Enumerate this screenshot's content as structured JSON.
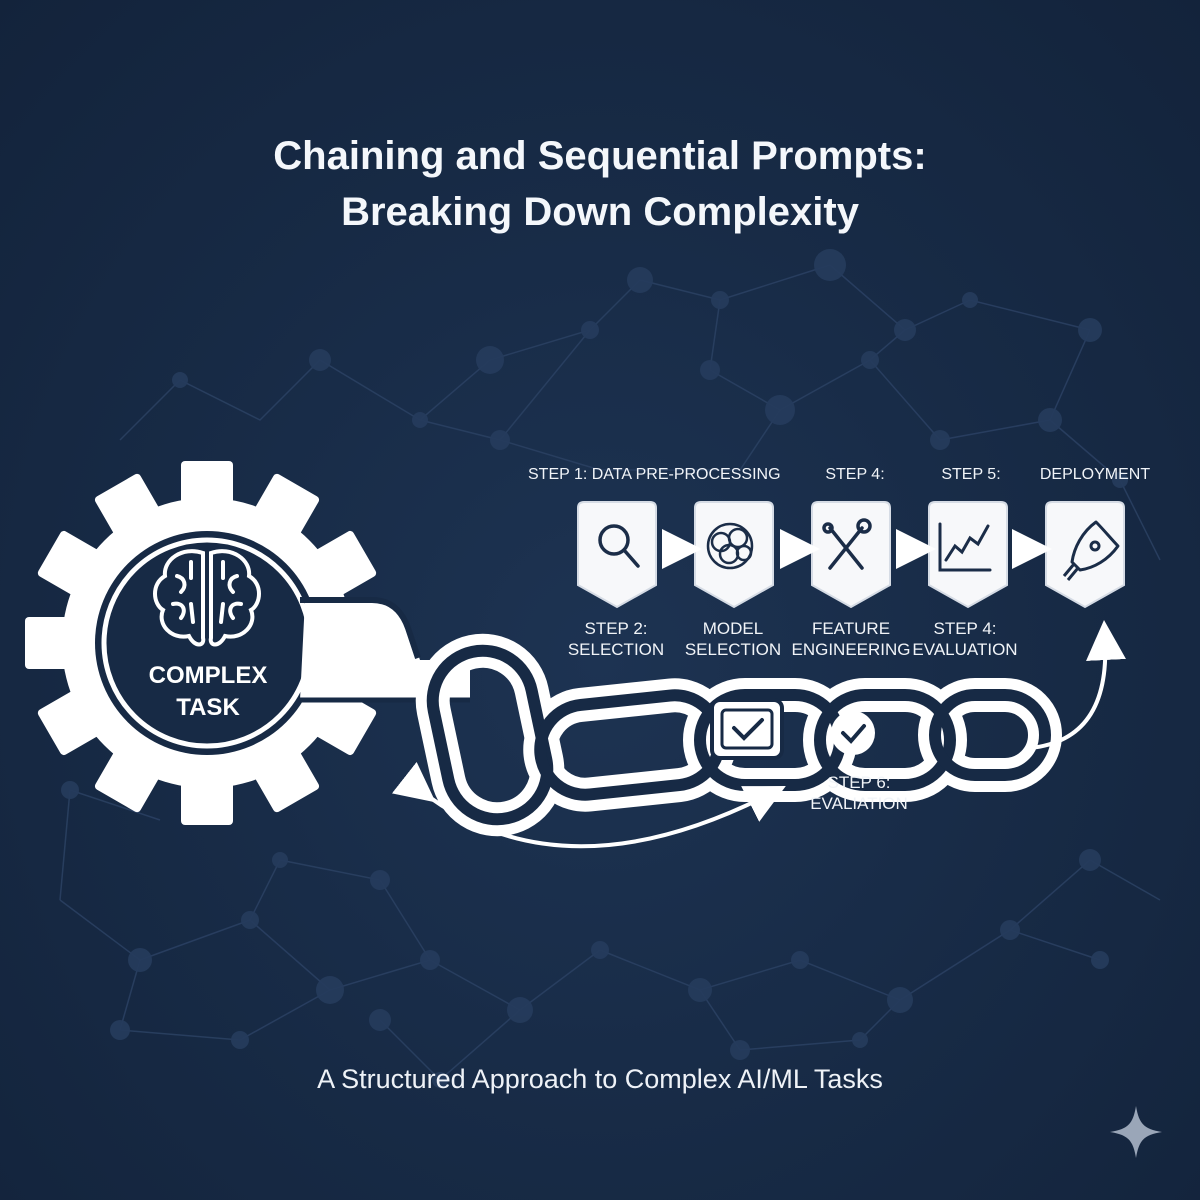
{
  "title": {
    "line1": "Chaining and Sequential Prompts:",
    "line2": "Breaking Down Complexity"
  },
  "subtitle": "A Structured Approach to Complex AI/ML Tasks",
  "center": {
    "line1": "COMPLEX",
    "line2": "TASK",
    "icon": "brain-icon"
  },
  "top_labels": [
    "STEP 1: DATA PRE-PROCESSING",
    "STEP 4:",
    "STEP 5:",
    "DEPLOYMENT"
  ],
  "steps": [
    {
      "icon": "magnifier-icon",
      "line1": "STEP 2:",
      "line2": "SELECTION"
    },
    {
      "icon": "brain-icon",
      "line1": "MODEL",
      "line2": "SELECTION"
    },
    {
      "icon": "tools-icon",
      "line1": "FEATURE",
      "line2": "ENGINEERING"
    },
    {
      "icon": "line-chart-icon",
      "line1": "STEP 4:",
      "line2": "EVALUATION"
    },
    {
      "icon": "rocket-icon",
      "line1": "",
      "line2": ""
    }
  ],
  "chain_label": {
    "line1": "STEP 6:",
    "line2": "EVALIATION"
  },
  "colors": {
    "background": "#172a45",
    "foreground": "#ffffff",
    "network": "#2b4263"
  }
}
